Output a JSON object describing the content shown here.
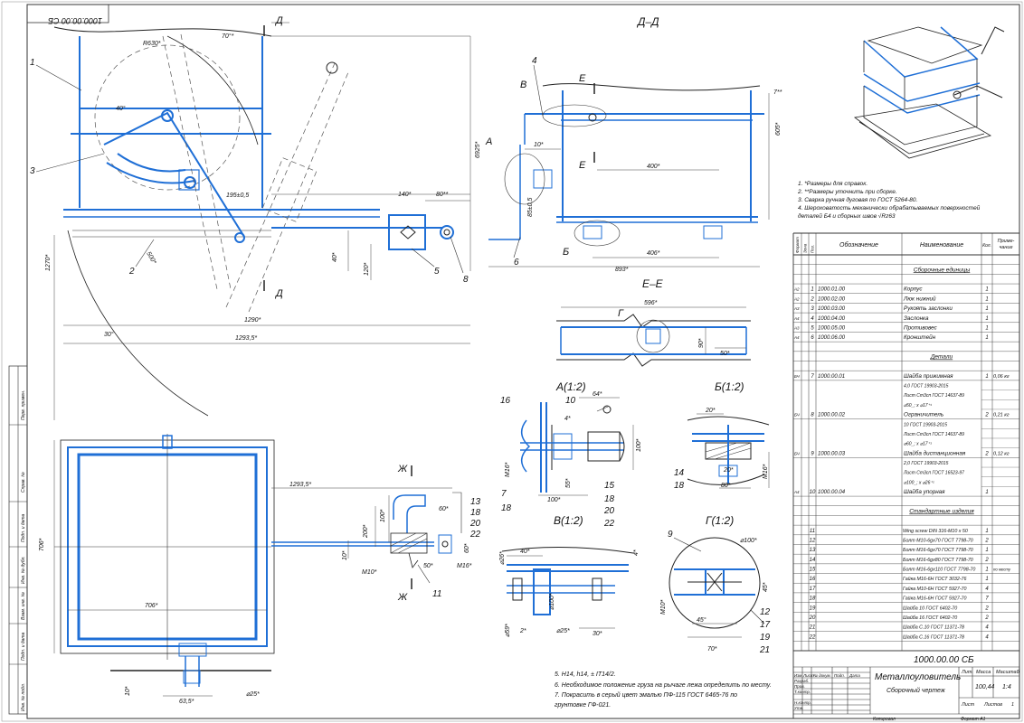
{
  "stamp_top": "1000.00.00 СБ",
  "views": {
    "dd": "Д–Д",
    "ee": "Е–Е",
    "a": "А(1:2)",
    "b": "Б(1:2)",
    "v": "В(1:2)",
    "g": "Г(1:2)"
  },
  "letters": {
    "d": "Д",
    "e": "Е",
    "a": "А",
    "b": "Б",
    "v": "В",
    "g": "Г",
    "zh": "Ж"
  },
  "dims_main": {
    "r630": "R630*",
    "a70": "70°*",
    "a40": "40°",
    "a30": "30°",
    "d6925": "6925*",
    "d1270": "1270*",
    "d195": "195±0,5",
    "d140": "140*",
    "d80": "80**",
    "d40": "40*",
    "d120": "120*",
    "d1290": "1290*",
    "d12935": "1293,5*",
    "d500": "500*"
  },
  "dims_dd": {
    "d7": "7**",
    "d605": "605*",
    "d10": "10*",
    "d400": "400*",
    "d85": "85±0,5",
    "d406": "406*",
    "d893": "893*"
  },
  "dims_ee": {
    "d596": "596*",
    "d50": "50*",
    "d90": "90*"
  },
  "dims_plan": {
    "d12935": "1293,5*",
    "d706a": "706*",
    "d706b": "706*",
    "d10": "10*",
    "d200": "200*",
    "d100": "100*",
    "d60a": "60*",
    "d60b": "60*",
    "d50": "50*",
    "m10": "M10*",
    "m16": "M16*",
    "d25": "⌀25*",
    "d635": "63,5*",
    "d10b": "10*"
  },
  "dims_detail": {
    "d64": "64*",
    "d4": "4*",
    "d100a": "100*",
    "d55": "55*",
    "m16a": "M16*",
    "d100b": "100*",
    "d20a": "20*",
    "d20b": "20*",
    "d80": "80*",
    "m16b": "M16*",
    "d40": "40*",
    "d26": "⌀26*",
    "d100c": "⌀100*",
    "d59": "⌀59*",
    "d25": "⌀25*",
    "d30": "30*",
    "d2": "2*",
    "d100g": "⌀100*",
    "d45a": "45°",
    "d45b": "45*",
    "d70": "70*",
    "m10": "M10*",
    "d4b": "4*"
  },
  "callouts_main": [
    "1",
    "3",
    "2",
    "5",
    "8"
  ],
  "callouts_dd": [
    "4",
    "6"
  ],
  "callouts_plan": [
    "13",
    "18",
    "20",
    "22",
    "11"
  ],
  "callouts_a": [
    "16",
    "10",
    "7",
    "18",
    "15",
    "18",
    "20",
    "22"
  ],
  "callouts_b": [
    "14",
    "18"
  ],
  "callouts_g": [
    "9",
    "12",
    "17",
    "19",
    "21"
  ],
  "notes_top": [
    "1. *Размеры для справок.",
    "2. **Размеры уточнить при сборке.",
    "3. Сварка ручная дуговая по ГОСТ 5264-80.",
    "4. Шероховатость механически обрабатываемых поверхностей",
    "деталей Б4 и сборных швов √Rz63"
  ],
  "notes_bottom": [
    "5. Н14, h14, ± IT14/2.",
    "6. Необходимое положение груза на рычаге лежа определить по месту.",
    "7. Покрасить в серый цвет эмалью ПФ-115 ГОСТ 6465-76 по",
    "грунтовке ГФ-021."
  ],
  "spec": {
    "headers": [
      "Формат",
      "Зона",
      "Поз.",
      "Обозначение",
      "Наименование",
      "Кол.",
      "Приме-чание"
    ],
    "sections": {
      "assemblies": "Сборочные единицы",
      "details": "Детали",
      "standard": "Стандартные изделия"
    },
    "assemblies": [
      {
        "fmt": "А2",
        "pos": "1",
        "code": "1000.01.00",
        "name": "Корпус",
        "qty": "1",
        "note": ""
      },
      {
        "fmt": "А2",
        "pos": "2",
        "code": "1000.02.00",
        "name": "Люк нижний",
        "qty": "1",
        "note": ""
      },
      {
        "fmt": "А3",
        "pos": "3",
        "code": "1000.03.00",
        "name": "Рукоять заслонки",
        "qty": "1",
        "note": ""
      },
      {
        "fmt": "А4",
        "pos": "4",
        "code": "1000.04.00",
        "name": "Заслонка",
        "qty": "1",
        "note": ""
      },
      {
        "fmt": "А3",
        "pos": "5",
        "code": "1000.05.00",
        "name": "Противовес",
        "qty": "1",
        "note": ""
      },
      {
        "fmt": "А4",
        "pos": "6",
        "code": "1000.06.00",
        "name": "Кронштейн",
        "qty": "1",
        "note": ""
      }
    ],
    "details": [
      {
        "fmt": "БЧ",
        "pos": "7",
        "code": "1000.00.01",
        "name": "Шайба прижимная",
        "qty": "1",
        "note": "0,06 кг",
        "mat": [
          "4,0 ГОСТ 19903-2015",
          "Лист Ст3сп ГОСТ 14637-89",
          "⌀50_; x ⌀17⁺¹"
        ]
      },
      {
        "fmt": "БЧ",
        "pos": "8",
        "code": "1000.00.02",
        "name": "Ограничитель",
        "qty": "2",
        "note": "0,21 кг",
        "mat": [
          "10 ГОСТ 19903-2015",
          "Лист Ст3сп ГОСТ 14637-89",
          "⌀60_; x ⌀17⁺¹"
        ]
      },
      {
        "fmt": "БЧ",
        "pos": "9",
        "code": "1000.00.03",
        "name": "Шайба дистанционная",
        "qty": "2",
        "note": "0,12 кг",
        "mat": [
          "2,0 ГОСТ 19903-2015",
          "Лист Ст3сп ГОСТ 16523-97",
          "⌀100_; x ⌀26⁺¹"
        ]
      },
      {
        "fmt": "А4",
        "pos": "10",
        "code": "1000.00.04",
        "name": "Шайба упорная",
        "qty": "1",
        "note": "",
        "mat": []
      }
    ],
    "standard": [
      {
        "pos": "11",
        "name": "Wing screw DIN 316-M10 x 50",
        "qty": "1",
        "note": ""
      },
      {
        "pos": "12",
        "name": "Болт М10-6gх70 ГОСТ 7798-70",
        "qty": "2",
        "note": ""
      },
      {
        "pos": "13",
        "name": "Болт М16-6gх70 ГОСТ 7798-70",
        "qty": "1",
        "note": ""
      },
      {
        "pos": "14",
        "name": "Болт М16-6gх80 ГОСТ 7798-70",
        "qty": "2",
        "note": ""
      },
      {
        "pos": "15",
        "name": "Болт М16-6gх110 ГОСТ 7798-70",
        "qty": "1",
        "note": "по месту"
      },
      {
        "pos": "16",
        "name": "Гайка М16-6Н ГОСТ 3032-76",
        "qty": "1",
        "note": ""
      },
      {
        "pos": "17",
        "name": "Гайка М10-6Н ГОСТ 5927-70",
        "qty": "4",
        "note": ""
      },
      {
        "pos": "18",
        "name": "Гайка М16-6Н ГОСТ 5927-70",
        "qty": "7",
        "note": ""
      },
      {
        "pos": "19",
        "name": "Шайба 10 ГОСТ 6402-70",
        "qty": "2",
        "note": ""
      },
      {
        "pos": "20",
        "name": "Шайба 16 ГОСТ 6402-70",
        "qty": "2",
        "note": ""
      },
      {
        "pos": "21",
        "name": "Шайба С.10 ГОСТ 11371-78",
        "qty": "4",
        "note": ""
      },
      {
        "pos": "22",
        "name": "Шайба С.16 ГОСТ 11371-78",
        "qty": "4",
        "note": ""
      }
    ]
  },
  "title_block": {
    "code": "1000.00.00 СБ",
    "name": "Металлоуловитель",
    "subtitle": "Сборочный чертеж",
    "lit_label": "Лит.",
    "mass_label": "Масса",
    "scale_label": "Масштаб",
    "mass": "100,44",
    "scale": "1:4",
    "sheet_label": "Лист",
    "sheets_label": "Листов",
    "sheets": "1",
    "roles": [
      "Изм.",
      "Лист",
      "№ докум.",
      "Подп.",
      "Дата"
    ],
    "people": [
      "Разраб.",
      "Пров.",
      "Т.контр.",
      "",
      "Н.контр.",
      "Утв."
    ],
    "copied": "Копировал",
    "format": "Формат   А1"
  },
  "side_stamp": [
    "Перв. примен.",
    "Справ. №",
    "Подп. и дата",
    "Инв. № дубл.",
    "Взам. инв. №",
    "Подп. и дата",
    "Инв. № подл."
  ]
}
